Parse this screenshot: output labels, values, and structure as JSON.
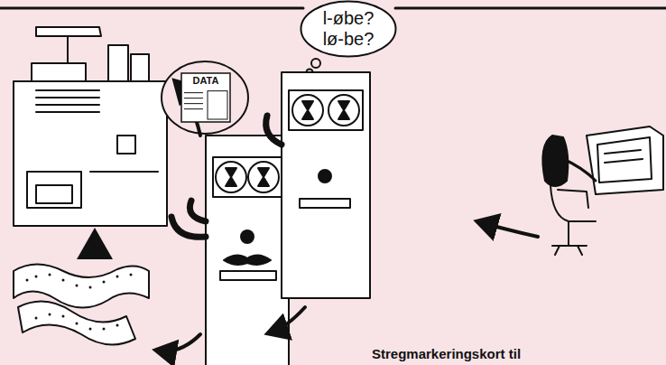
{
  "diagram": {
    "nodes": [
      {
        "text": [
          "l-øbe? lø-be?"
        ]
      },
      {
        "text": [
          "DATA"
        ]
      }
    ],
    "labels": [
      "Stregmarkeringskort til"
    ]
  }
}
